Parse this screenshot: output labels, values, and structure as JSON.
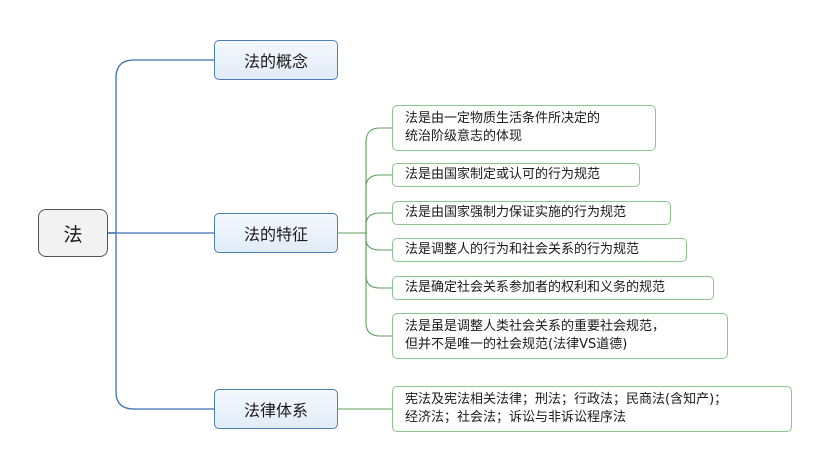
{
  "root": {
    "label": "法"
  },
  "branches": [
    {
      "label": "法的概念",
      "children": []
    },
    {
      "label": "法的特征",
      "children": [
        "法是由一定物质生活条件所决定的\n统治阶级意志的体现",
        "法是由国家制定或认可的行为规范",
        "法是由国家强制力保证实施的行为规范",
        "法是调整人的行为和社会关系的行为规范",
        "法是确定社会关系参加者的权利和义务的规范",
        "法是虽是调整人类社会关系的重要社会规范，\n但并不是唯一的社会规范(法律VS道德)"
      ]
    },
    {
      "label": "法律体系",
      "children": [
        "宪法及宪法相关法律；刑法；行政法；民商法(含知产)；\n经济法；社会法；诉讼与非诉讼程序法"
      ]
    }
  ],
  "colors": {
    "root_border": "#555555",
    "branch_border": "#4f7fb8",
    "branch_line": "#3c6fb0",
    "leaf_border": "#8ec48e",
    "leaf_line": "#5aa05a"
  }
}
